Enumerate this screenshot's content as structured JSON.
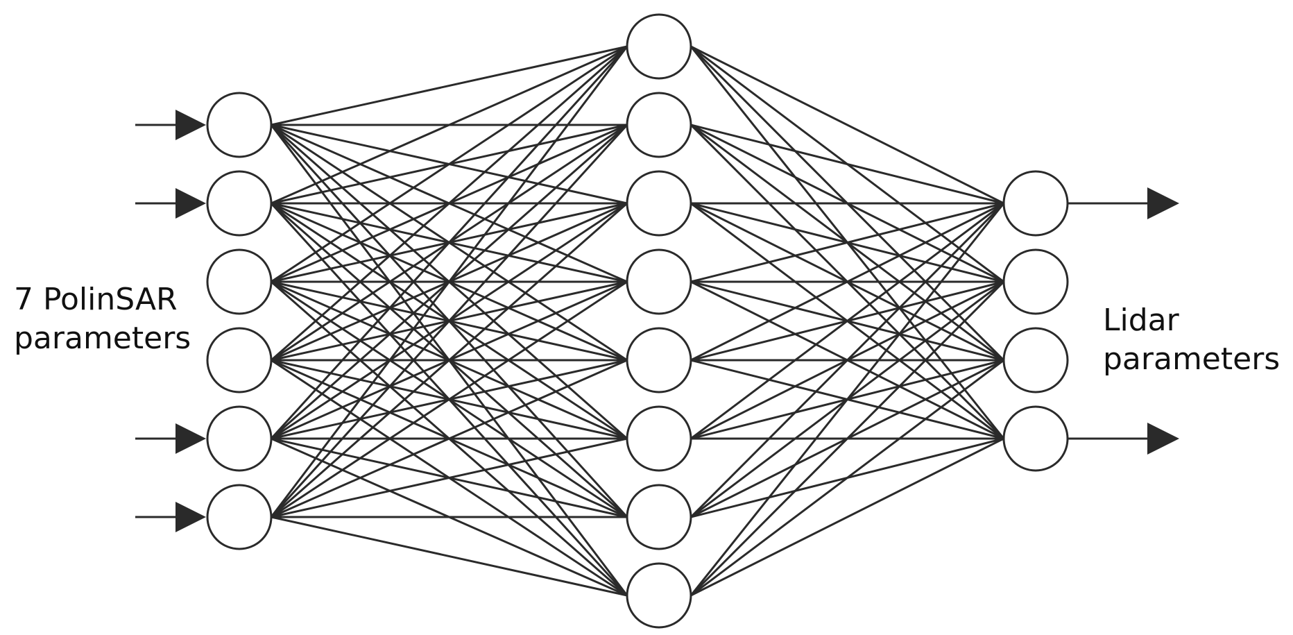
{
  "labels": {
    "input": [
      "7 PolinSAR",
      "parameters"
    ],
    "output": [
      "Lidar",
      "parameters"
    ]
  },
  "network": {
    "layers": [
      {
        "name": "input",
        "nodes": 6
      },
      {
        "name": "hidden",
        "nodes": 8
      },
      {
        "name": "output",
        "nodes": 4
      }
    ],
    "input_arrows": [
      true,
      true,
      false,
      false,
      true,
      true
    ],
    "output_arrows": [
      true,
      false,
      false,
      true
    ]
  },
  "colors": {
    "stroke": "#2a2a2a",
    "background": "#ffffff"
  }
}
